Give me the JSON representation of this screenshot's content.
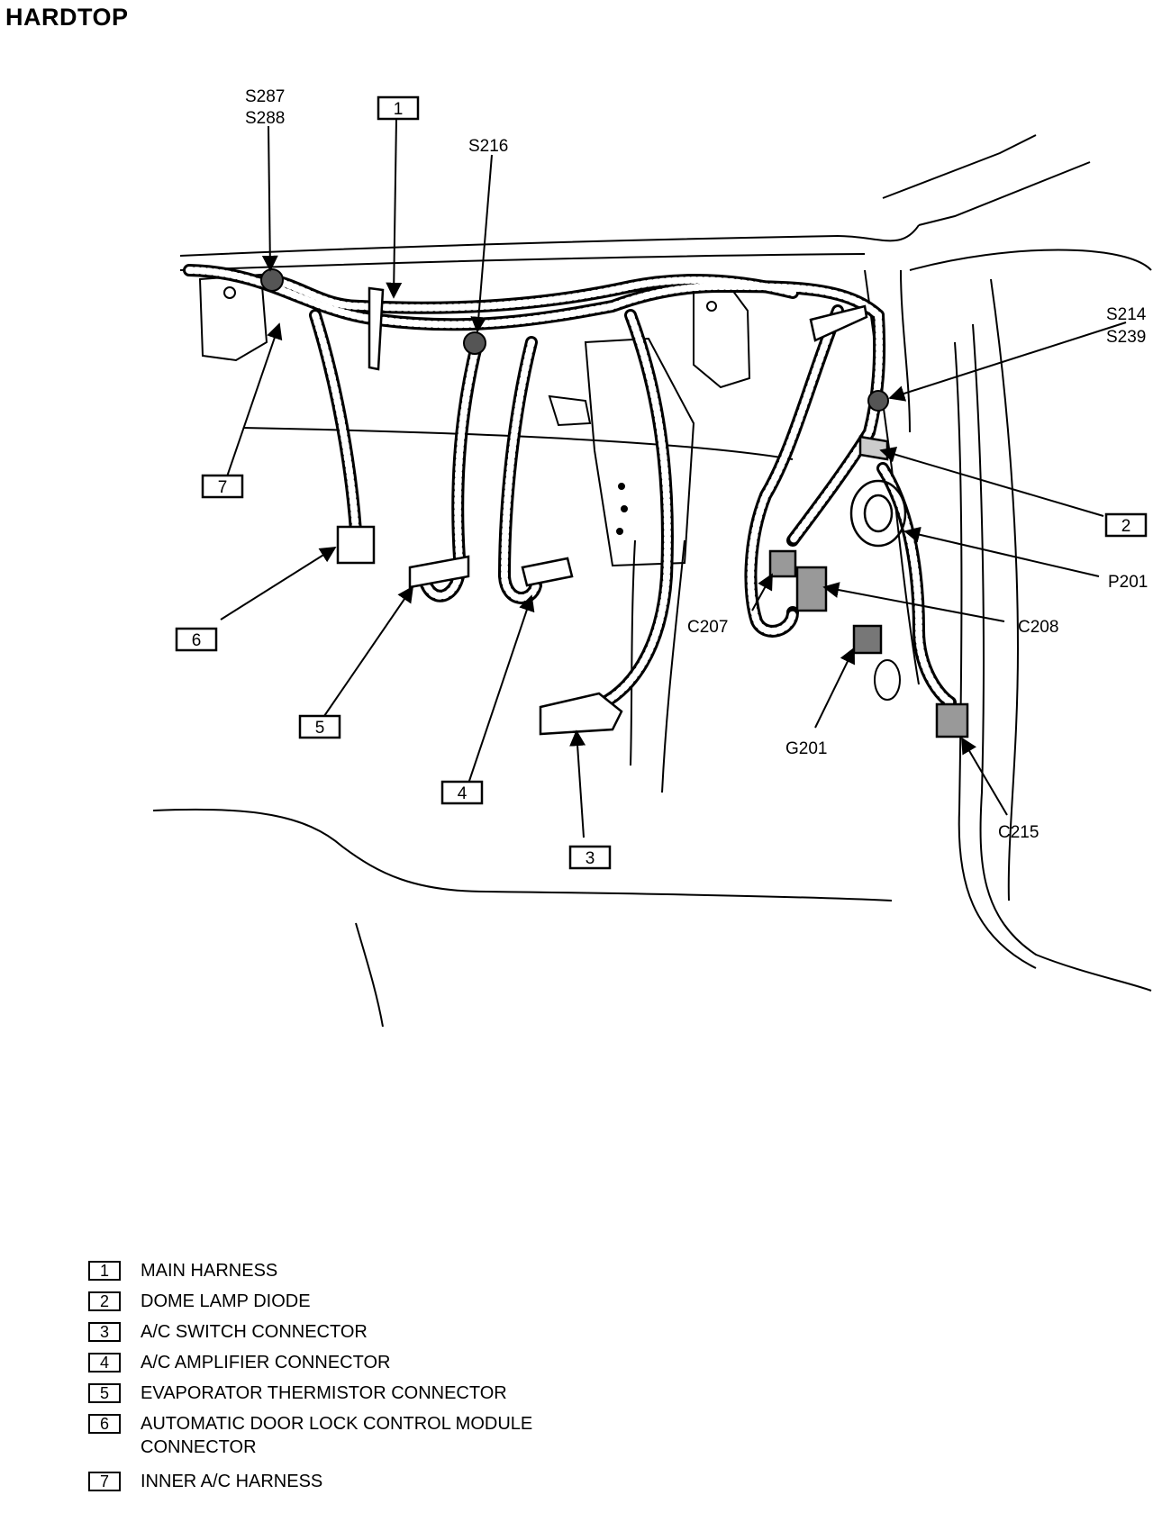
{
  "title": "HARDTOP",
  "callouts": {
    "s287": "S287",
    "s288": "S288",
    "s216": "S216",
    "s214": "S214",
    "s239": "S239",
    "p201": "P201",
    "c207": "C207",
    "c208": "C208",
    "g201": "G201",
    "c215": "C215",
    "n1": "1",
    "n2": "2",
    "n3": "3",
    "n4": "4",
    "n5": "5",
    "n6": "6",
    "n7": "7"
  },
  "legend": [
    {
      "num": "1",
      "label": "MAIN HARNESS"
    },
    {
      "num": "2",
      "label": "DOME LAMP DIODE"
    },
    {
      "num": "3",
      "label": "A/C SWITCH CONNECTOR"
    },
    {
      "num": "4",
      "label": "A/C AMPLIFIER CONNECTOR"
    },
    {
      "num": "5",
      "label": "EVAPORATOR THERMISTOR CONNECTOR"
    },
    {
      "num": "6",
      "label": "AUTOMATIC DOOR LOCK CONTROL MODULE CONNECTOR"
    },
    {
      "num": "7",
      "label": "INNER A/C HARNESS"
    }
  ]
}
